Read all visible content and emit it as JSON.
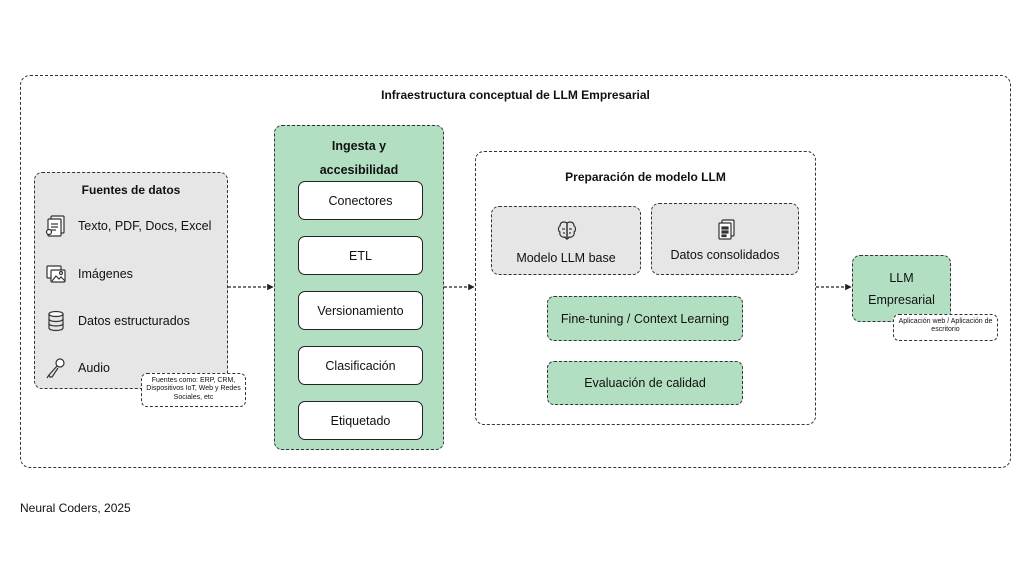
{
  "diagram": {
    "title": "Infraestructura conceptual de LLM Empresarial",
    "sources": {
      "title": "Fuentes de datos",
      "items": [
        {
          "label": "Texto, PDF, Docs, Excel",
          "icon": "document-icon"
        },
        {
          "label": "Imágenes",
          "icon": "images-icon"
        },
        {
          "label": "Datos estructurados",
          "icon": "database-icon"
        },
        {
          "label": "Audio",
          "icon": "microphone-icon"
        }
      ],
      "note": "Fuentes como: ERP, CRM, Dispositivos IoT, Web y Redes Sociales, etc"
    },
    "ingest": {
      "title_line1": "Ingesta y",
      "title_line2": "accesibilidad",
      "steps": [
        "Conectores",
        "ETL",
        "Versionamiento",
        "Clasificación",
        "Etiquetado"
      ]
    },
    "prep": {
      "title": "Preparación de modelo LLM",
      "base_model": "Modelo LLM base",
      "consolidated": "Datos consolidados",
      "finetuning": "Fine-tuning / Context Learning",
      "evaluation": "Evaluación de calidad"
    },
    "llm": {
      "line1": "LLM",
      "line2": "Empresarial",
      "note": "Aplicación web / Aplicación de escritorio"
    }
  },
  "footer": "Neural Coders, 2025",
  "colors": {
    "green": "#b2dfc1",
    "gray": "#e6e6e6",
    "border": "#333333"
  }
}
